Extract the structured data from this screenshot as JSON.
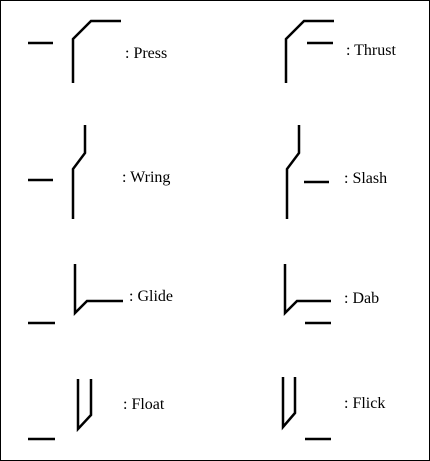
{
  "efforts": [
    {
      "key": "press",
      "label": ": Press"
    },
    {
      "key": "thrust",
      "label": ": Thrust"
    },
    {
      "key": "wring",
      "label": ": Wring"
    },
    {
      "key": "slash",
      "label": ": Slash"
    },
    {
      "key": "glide",
      "label": ": Glide"
    },
    {
      "key": "dab",
      "label": ": Dab"
    },
    {
      "key": "float",
      "label": ": Float"
    },
    {
      "key": "flick",
      "label": ": Flick"
    }
  ]
}
